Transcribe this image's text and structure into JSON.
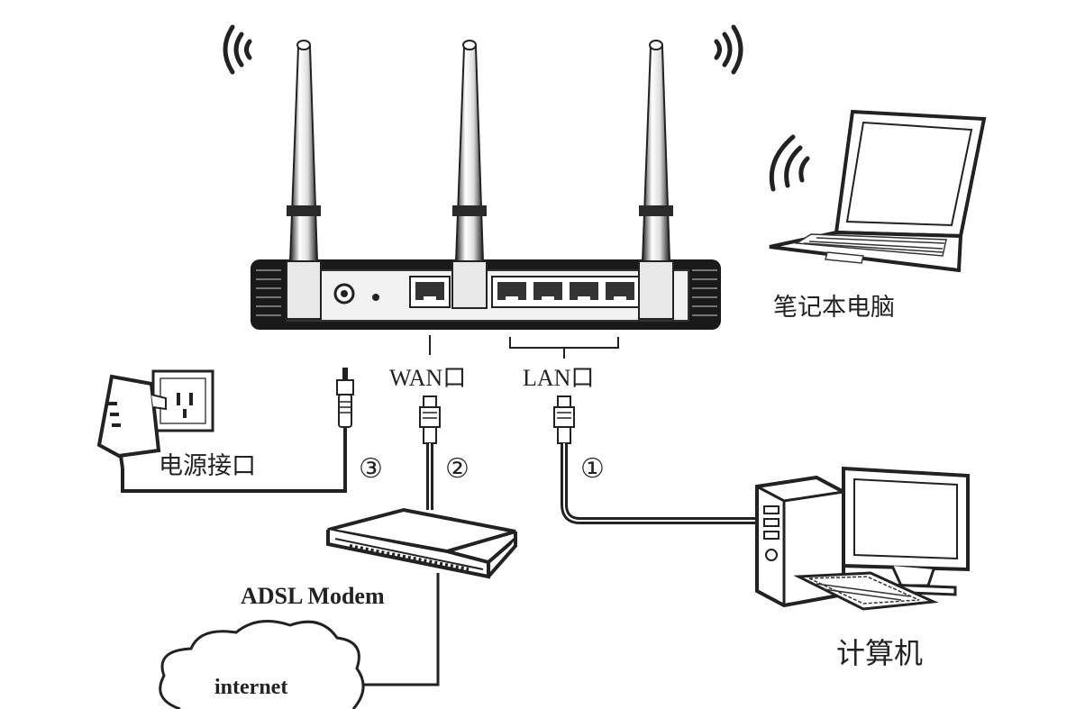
{
  "labels": {
    "laptop": "笔记本电脑",
    "wan_port": "WAN口",
    "lan_port": "LAN口",
    "power_port": "电源接口",
    "modem": "ADSL Modem",
    "internet": "internet",
    "computer": "计算机"
  },
  "steps": {
    "lan_cable": "①",
    "wan_cable": "②",
    "power_cable": "③"
  },
  "icons": {
    "router": "wireless-router-icon",
    "laptop": "laptop-icon",
    "desktop": "desktop-computer-icon",
    "modem": "adsl-modem-icon",
    "adapter": "power-adapter-icon",
    "cloud": "cloud-icon",
    "wifi": "wifi-waves-icon"
  },
  "colors": {
    "line": "#222222",
    "device_fill": "#ffffff",
    "router_body": "#1a1a1a"
  }
}
